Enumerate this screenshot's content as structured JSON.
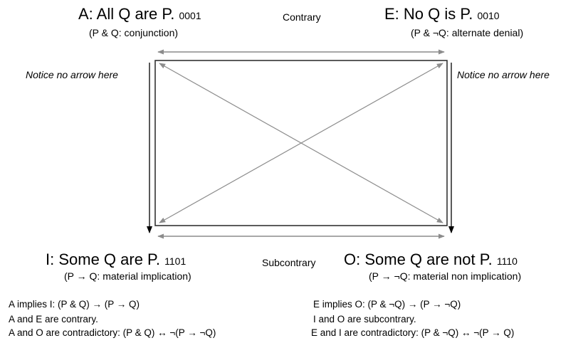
{
  "corners": {
    "A": {
      "title": "A: All Q are P.",
      "code": "0001",
      "subtitle": "(P & Q: conjunction)"
    },
    "E": {
      "title": "E: No Q is P.",
      "code": "0010",
      "subtitle": "(P & ¬Q: alternate denial)"
    },
    "I": {
      "title": "I: Some Q are P.",
      "code": "1101",
      "subtitle": "(P → Q: material implication)"
    },
    "O": {
      "title": "O: Some Q are not P.",
      "code": "1110",
      "subtitle": "(P → ¬Q: material non implication)"
    }
  },
  "relations": {
    "top": "Contrary",
    "bottom": "Subcontrary"
  },
  "notes": {
    "left": "Notice no arrow here",
    "right": "Notice no arrow here"
  },
  "statements": {
    "left": [
      "A implies I: (P &  Q) → (P → Q)",
      "A and E are contrary.",
      "A and O are contradictory: (P & Q) ↔ ¬(P → ¬Q)"
    ],
    "right": [
      "E implies O: (P & ¬Q) →  (P → ¬Q)",
      "I and O are subcontrary.",
      "E and I are contradictory: (P & ¬Q) ↔ ¬(P → Q)"
    ]
  },
  "colors": {
    "box_stroke": "#333333",
    "gray_arrow": "#8c8c8c",
    "black_arrow": "#000000"
  }
}
